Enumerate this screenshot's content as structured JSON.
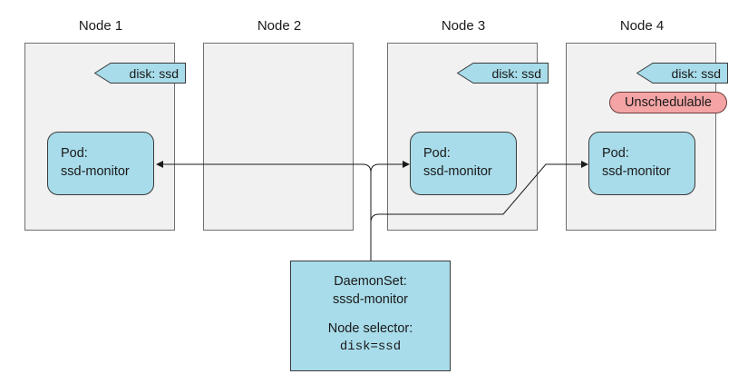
{
  "nodes": [
    {
      "title": "Node 1",
      "label": "disk: ssd",
      "pod": {
        "line1": "Pod:",
        "line2": "ssd-monitor"
      }
    },
    {
      "title": "Node 2"
    },
    {
      "title": "Node 3",
      "label": "disk: ssd",
      "pod": {
        "line1": "Pod:",
        "line2": "ssd-monitor"
      }
    },
    {
      "title": "Node 4",
      "label": "disk: ssd",
      "badge": "Unschedulable",
      "pod": {
        "line1": "Pod:",
        "line2": "ssd-monitor"
      }
    }
  ],
  "daemonset": {
    "line1": "DaemonSet:",
    "line2": "sssd-monitor",
    "selector_label": "Node selector:",
    "selector_value": "disk=ssd"
  },
  "colors": {
    "node_fill": "#f1f1f1",
    "pod_fill": "#a8dcea",
    "label_fill": "#a8dcea",
    "unschedulable_fill": "#f4a4a4",
    "daemonset_fill": "#a8dcea"
  }
}
